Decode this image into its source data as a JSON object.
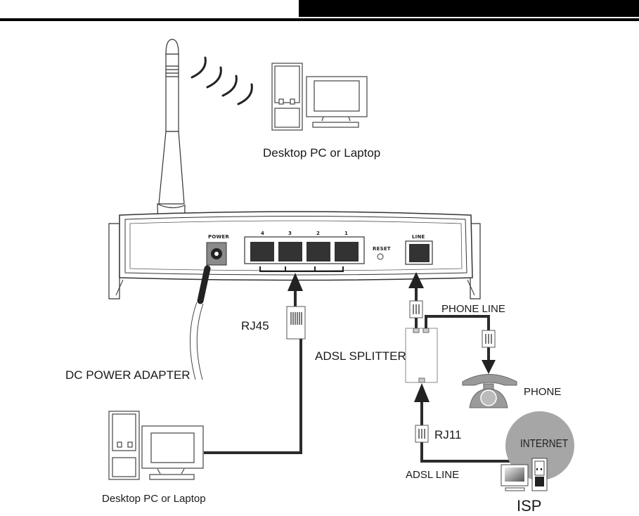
{
  "header": {
    "bar_color": "#000000"
  },
  "devices": {
    "top_pc_label": "Desktop PC or Laptop",
    "bottom_pc_label": "Desktop PC or Laptop"
  },
  "router": {
    "power_label": "POWER",
    "lan_ports": [
      "4",
      "3",
      "2",
      "1"
    ],
    "reset_label": "RESET",
    "line_label": "LINE"
  },
  "labels": {
    "rj45": "RJ45",
    "dc_power_adapter": "DC POWER ADAPTER",
    "adsl_splitter": "ADSL SPLITTER",
    "phone_line": "PHONE LINE",
    "phone": "PHONE",
    "rj11": "RJ11",
    "adsl_line": "ADSL LINE",
    "internet": "INTERNET",
    "isp": "ISP"
  },
  "colors": {
    "cable": "#2b2b2b",
    "port": "#333333",
    "phone_fill": "#9a9a9a",
    "internet_fill": "#a6a6a6"
  }
}
